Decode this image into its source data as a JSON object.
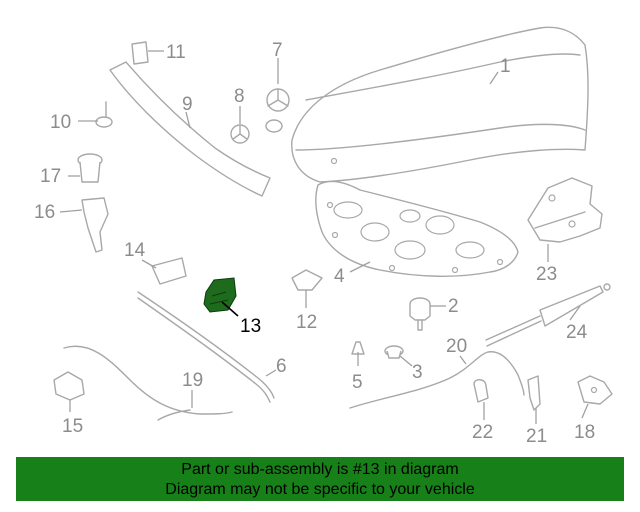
{
  "diagram": {
    "highlight_color": "#1e6b1e",
    "callouts": [
      {
        "id": "c1",
        "text": "1"
      },
      {
        "id": "c2",
        "text": "2"
      },
      {
        "id": "c3",
        "text": "3"
      },
      {
        "id": "c4",
        "text": "4"
      },
      {
        "id": "c5",
        "text": "5"
      },
      {
        "id": "c6",
        "text": "6"
      },
      {
        "id": "c7",
        "text": "7"
      },
      {
        "id": "c8",
        "text": "8"
      },
      {
        "id": "c9",
        "text": "9"
      },
      {
        "id": "c10",
        "text": "10"
      },
      {
        "id": "c11",
        "text": "11"
      },
      {
        "id": "c12",
        "text": "12"
      },
      {
        "id": "c13",
        "text": "13",
        "highlighted": true
      },
      {
        "id": "c14",
        "text": "14"
      },
      {
        "id": "c15",
        "text": "15"
      },
      {
        "id": "c16",
        "text": "16"
      },
      {
        "id": "c17",
        "text": "17"
      },
      {
        "id": "c18",
        "text": "18"
      },
      {
        "id": "c19",
        "text": "19"
      },
      {
        "id": "c20",
        "text": "20"
      },
      {
        "id": "c21",
        "text": "21"
      },
      {
        "id": "c22",
        "text": "22"
      },
      {
        "id": "c23",
        "text": "23"
      },
      {
        "id": "c24",
        "text": "24"
      }
    ]
  },
  "banner": {
    "line1": "Part or sub-assembly is #13 in diagram",
    "line2": "Diagram may not be specific to your vehicle",
    "background": "#188018"
  }
}
